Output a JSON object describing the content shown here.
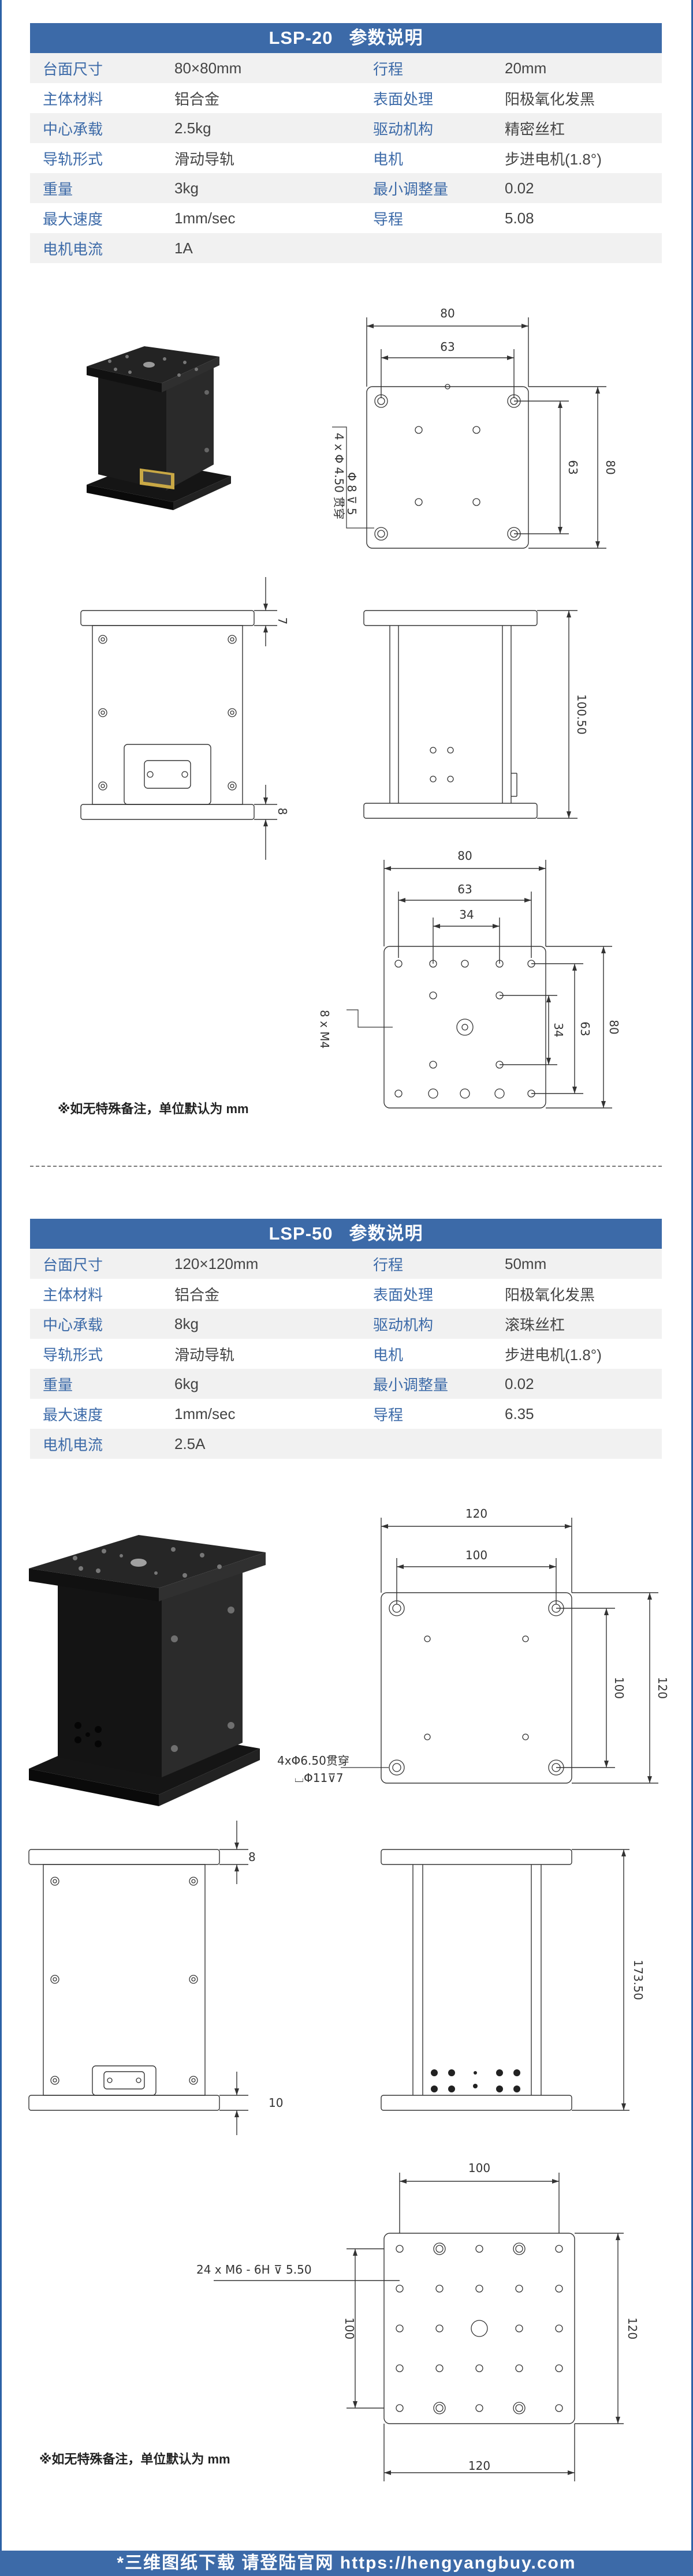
{
  "lsp20": {
    "model": "LSP-20",
    "title": "参数说明",
    "rows": [
      [
        "台面尺寸",
        "80×80mm",
        "行程",
        "20mm"
      ],
      [
        "主体材料",
        "铝合金",
        "表面处理",
        "阳极氧化发黑"
      ],
      [
        "中心承载",
        "2.5kg",
        "驱动机构",
        "精密丝杠"
      ],
      [
        "导轨形式",
        "滑动导轨",
        "电机",
        "步进电机(1.8°)"
      ],
      [
        "重量",
        "3kg",
        "最小调整量",
        "0.02"
      ],
      [
        "最大速度",
        "1mm/sec",
        "导程",
        "5.08"
      ],
      [
        "电机电流",
        "1A",
        "",
        ""
      ]
    ],
    "dims": {
      "top_w": "80",
      "top_inner": "63",
      "top_h": "80",
      "top_h_inner": "63",
      "hole_note": "4 x Φ 4.50 贯穿",
      "hole_note2": "Φ 8 ⊽ 5",
      "side_top": "7",
      "side_bottom": "8",
      "height": "100.50",
      "bot_w": "80",
      "bot_63": "63",
      "bot_34": "34",
      "bot_v34": "34",
      "bot_v63": "63",
      "bot_v80": "80",
      "thread": "8 x M4"
    },
    "note": "※如无特殊备注，单位默认为 mm"
  },
  "lsp50": {
    "model": "LSP-50",
    "title": "参数说明",
    "rows": [
      [
        "台面尺寸",
        "120×120mm",
        "行程",
        "50mm"
      ],
      [
        "主体材料",
        "铝合金",
        "表面处理",
        "阳极氧化发黑"
      ],
      [
        "中心承载",
        "8kg",
        "驱动机构",
        "滚珠丝杠"
      ],
      [
        "导轨形式",
        "滑动导轨",
        "电机",
        "步进电机(1.8°)"
      ],
      [
        "重量",
        "6kg",
        "最小调整量",
        "0.02"
      ],
      [
        "最大速度",
        "1mm/sec",
        "导程",
        "6.35"
      ],
      [
        "电机电流",
        "2.5A",
        "",
        ""
      ]
    ],
    "dims": {
      "top_w": "120",
      "top_inner": "100",
      "top_h_inner": "100",
      "top_h": "120",
      "hole_note": "4xΦ6.50贯穿",
      "hole_note2": "⌴Φ11⊽7",
      "side_top": "8",
      "side_bottom": "10",
      "height": "173.50",
      "bot_w_top": "100",
      "thread": "24 x M6 - 6H ⊽ 5.50",
      "bot_v100": "100",
      "bot_v120": "120",
      "bot_w": "120"
    },
    "note": "※如无特殊备注，单位默认为 mm"
  },
  "footer": "*三维图纸下载 请登陆官网 https://hengyangbuy.com",
  "colors": {
    "accent": "#3c6aa8",
    "rule": "#2d62a6",
    "row_alt": "#f1f1f1"
  }
}
